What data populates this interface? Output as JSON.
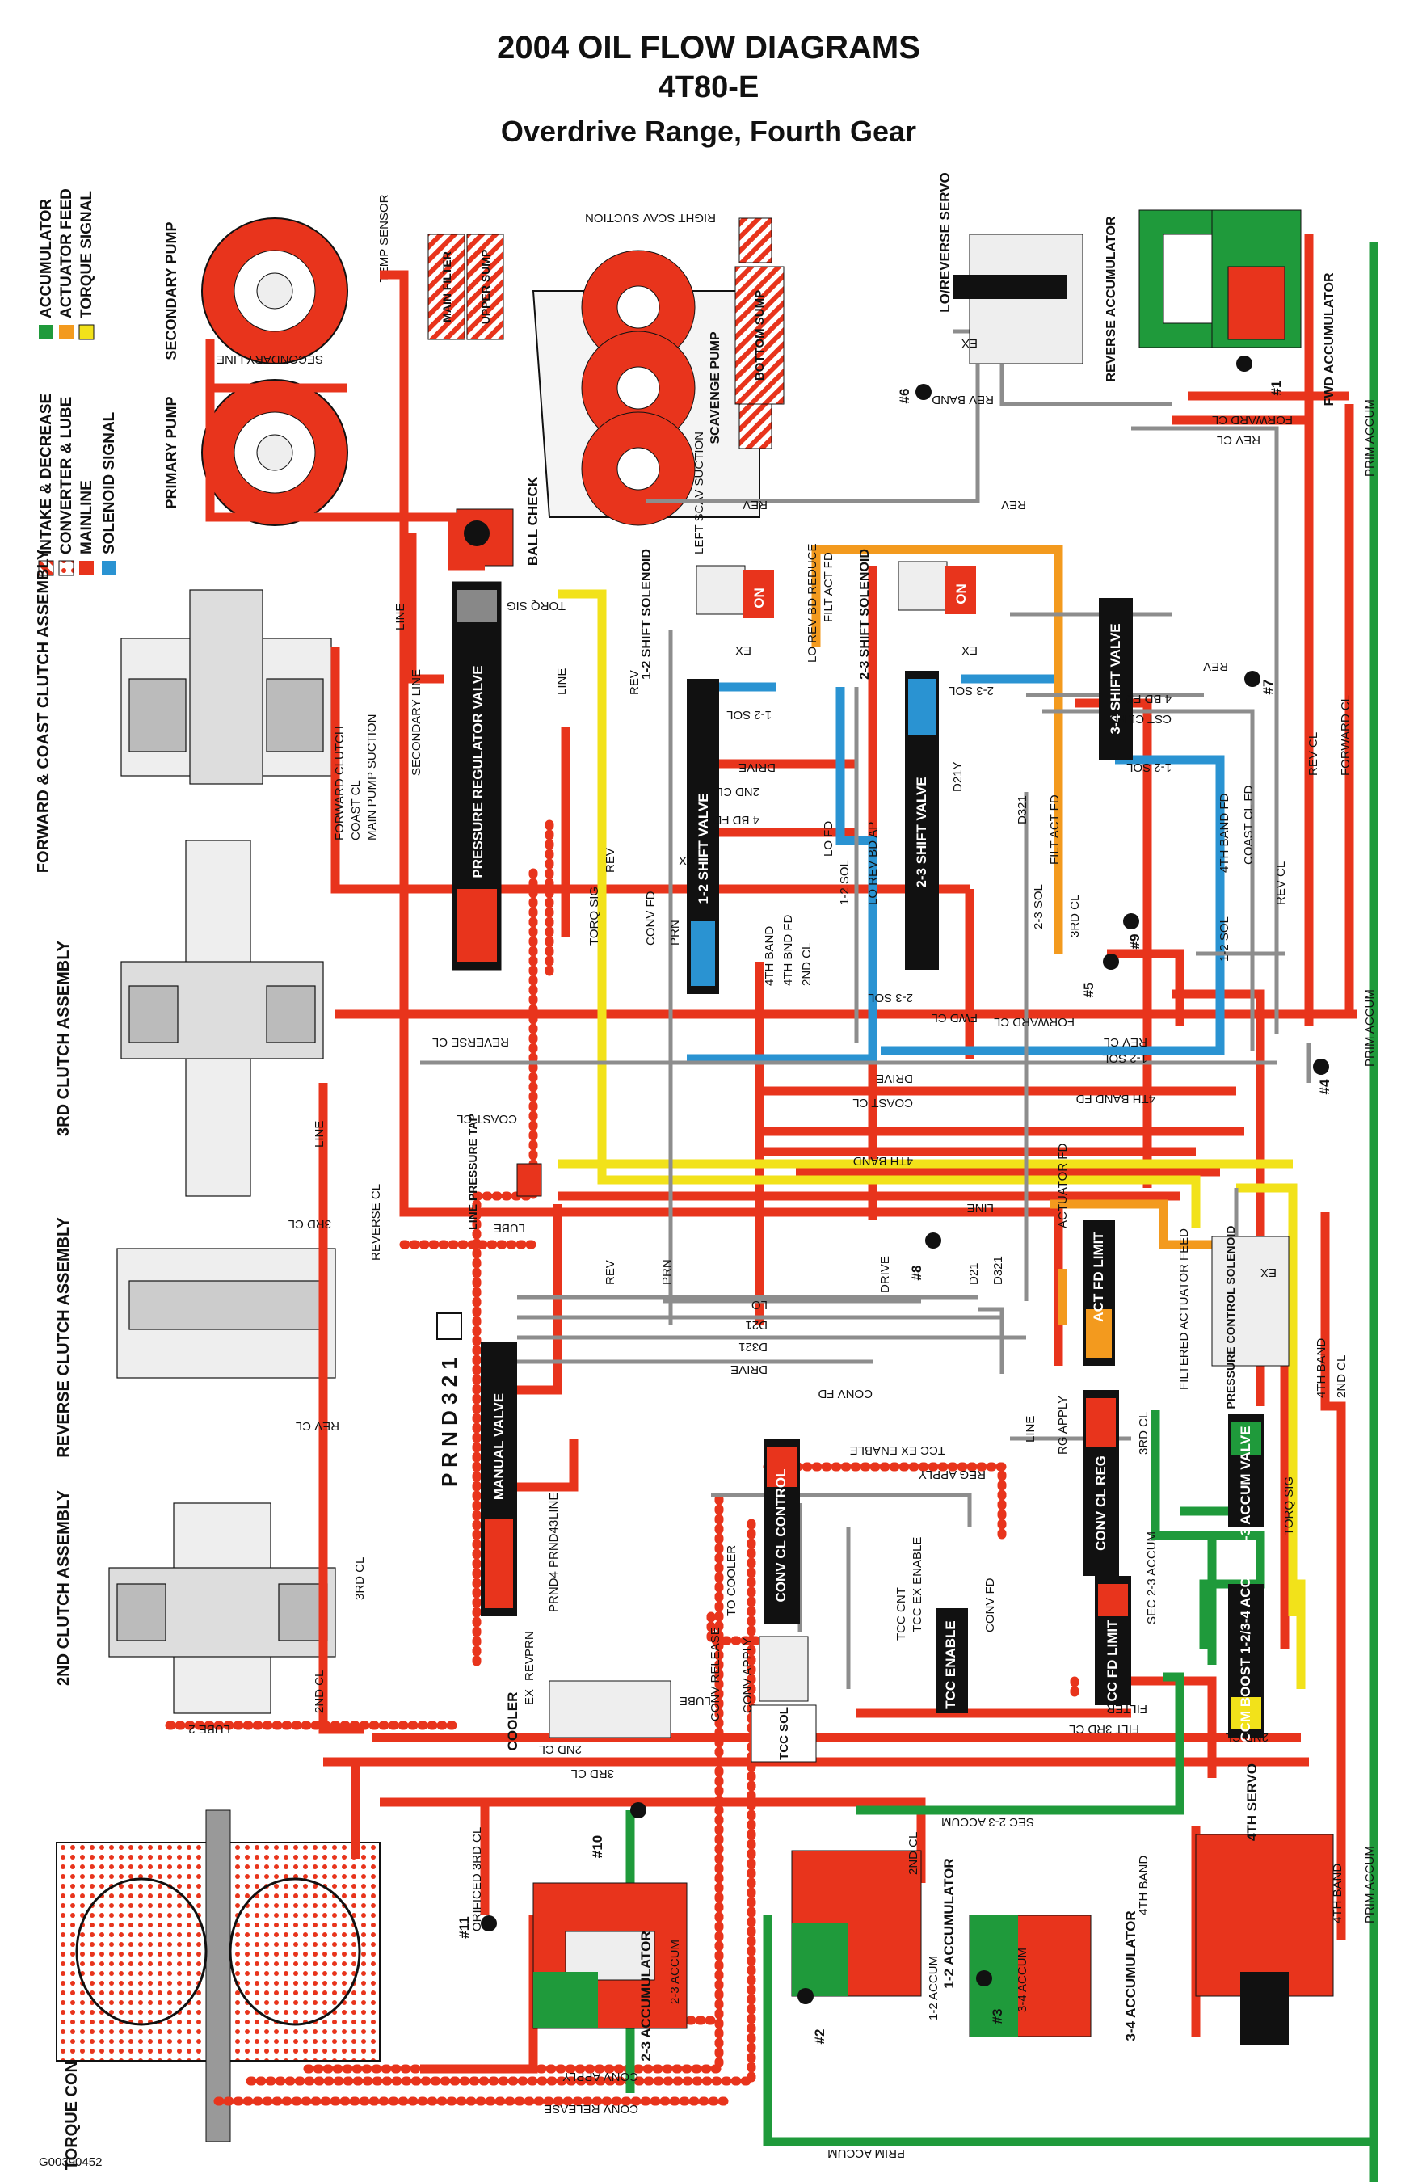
{
  "header": {
    "title": "2004 OIL FLOW DIAGRAMS",
    "model": "4T80-E",
    "subtitle": "Overdrive Range, Fourth Gear"
  },
  "figure_id": "G00390452",
  "legend": [
    {
      "label": "INTAKE & DECREASE",
      "pattern": "stripe",
      "color": "#e8341c"
    },
    {
      "label": "CONVERTER & LUBE",
      "pattern": "dots",
      "color": "#e8341c"
    },
    {
      "label": "MAINLINE",
      "pattern": "solid",
      "color": "#e8341c"
    },
    {
      "label": "SOLENOID SIGNAL",
      "pattern": "solid",
      "color": "#2a93d2"
    },
    {
      "label": "ACCUMULATOR",
      "pattern": "solid",
      "color": "#1f9a3b"
    },
    {
      "label": "ACTUATOR FEED",
      "pattern": "solid",
      "color": "#f39a1e"
    },
    {
      "label": "TORQUE SIGNAL",
      "pattern": "solid",
      "color": "#f2e21a"
    }
  ],
  "assemblies": {
    "forward_coast": "FORWARD & COAST CLUTCH ASSEMBLY",
    "third_clutch": "3RD CLUTCH ASSEMBLY",
    "reverse_clutch": "REVERSE CLUTCH ASSEMBLY",
    "second_clutch": "2ND CLUTCH ASSEMBLY",
    "torque_converter": "TORQUE CONVERTER ASSEMBLY"
  },
  "pumps": {
    "secondary": "SECONDARY PUMP",
    "primary": "PRIMARY PUMP",
    "scavenge": "SCAVENGE PUMP",
    "ball_check": "BALL CHECK",
    "temp_sensor": "TEMP SENSOR",
    "main_filter": "MAIN FILTER",
    "upper_sump": "UPPER SUMP",
    "bottom_sump": "BOTTOM SUMP",
    "filter": "FILTER",
    "left_scav": "LEFT SCAV SUCTION",
    "right_scav": "RIGHT SCAV SUCTION"
  },
  "valves": {
    "pressure_regulator": "PRESSURE REGULATOR VALVE",
    "shift_12": "1-2 SHIFT VALVE",
    "shift_23": "2-3 SHIFT VALVE",
    "shift_34": "3-4 SHIFT VALVE",
    "manual": "MANUAL VALVE",
    "act_fd_limit": "ACT FD LIMIT",
    "conv_cl_reg": "CONV CL REG",
    "conv_cl_control": "CONV CL CONTROL",
    "tcc_enable": "TCC ENABLE",
    "cc_fd_limit": "CC FD LIMIT",
    "accum_23": "2-3 ACCUM VALVE",
    "accum_boost": "ACCM BOOST 1-2/3-4 ACC"
  },
  "solenoids": {
    "shift_12": "1-2 SHIFT SOLENOID",
    "shift_23": "2-3 SHIFT SOLENOID",
    "on": "ON",
    "pcs": "PRESSURE CONTROL SOLENOID",
    "tcc": "TCC SOL",
    "filtered_feed": "FILTERED ACTUATOR FEED"
  },
  "components": {
    "lo_rev_servo": "LO/REVERSE SERVO",
    "reverse_accumulator": "REVERSE ACCUMULATOR",
    "fwd_accumulator": "FWD ACCUMULATOR",
    "cooler": "COOLER",
    "line_tap": "LINE PRESSURE TAP",
    "acc_12": "1-2 ACCUMULATOR",
    "acc_23": "2-3 ACCUMULATOR",
    "acc_34": "3-4 ACCUMULATOR",
    "servo_4th": "4TH SERVO"
  },
  "ball_checks": [
    "#1",
    "#2",
    "#3",
    "#4",
    "#5",
    "#6",
    "#7",
    "#8",
    "#9",
    "#10",
    "#11"
  ],
  "range": {
    "letters": "P R N D 3 2 1",
    "selected": "D"
  },
  "passages": {
    "secondary_line": "SECONDARY LINE",
    "line": "LINE",
    "torq_sig": "TORQ SIG",
    "rev": "REV",
    "rev_band": "REV BAND",
    "forward_cl": "FORWARD CL",
    "reverse_cl": "REVERSE CL",
    "rev_cl": "REV CL",
    "coast_cl": "COAST CL",
    "fwd_cl": "FWD CL",
    "third_cl": "3RD CL",
    "second_cl": "2ND CL",
    "fourth_band": "4TH BAND",
    "fourth_band_fd": "4TH BAND FD",
    "fourth_bnd_fd": "4TH BND FD",
    "drive": "DRIVE",
    "lo": "LO",
    "d21": "D21",
    "d321": "D321",
    "d21y": "D21Y",
    "prn": "PRN",
    "prnd43": "PRND43",
    "prnd4": "PRND4",
    "lube": "LUBE",
    "lube2": "LUBE 2",
    "conv_fd": "CONV FD",
    "conv_apply": "CONV APPLY",
    "conv_release": "CONV RELEASE",
    "to_cooler": "TO COOLER",
    "reg_apply": "REG APPLY",
    "tcc_ex_enable": "TCC EX ENABLE",
    "tcc_cnt": "TCC CNT",
    "filt_3rd_cl": "FILT 3RD CL",
    "orificed_3rd_cl": "ORIFICED 3RD CL",
    "sec_23_accum": "SEC 2-3 ACCUM",
    "prim_accum": "PRIM ACCUM",
    "actuator_fd": "ACTUATOR FD",
    "filt_act_fd": "FILT ACT FD",
    "lo_rev_bd_reduce": "LO REV BD REDUCE",
    "lo_rev_bd_ap": "LO REV BD AP",
    "lo_fd": "LO FD",
    "sol_12": "1-2 SOL",
    "sol_23": "2-3 SOL",
    "cst_cl_fd": "CST CL FD",
    "coast_cl_fd": "COAST CL FD",
    "fd_4": "4 BD FD",
    "accum_12": "1-2 ACCUM",
    "accum_34": "3-4 ACCUM",
    "accum_23": "2-3 ACCUM",
    "main_pump_suction": "MAIN PUMP SUCTION",
    "forward_clutch": "FORWARD CLUTCH",
    "coast_cl_label": "COAST CL",
    "ex": "EX",
    "rg_apply": "RG APPLY",
    "filter_small": "FILTER"
  }
}
